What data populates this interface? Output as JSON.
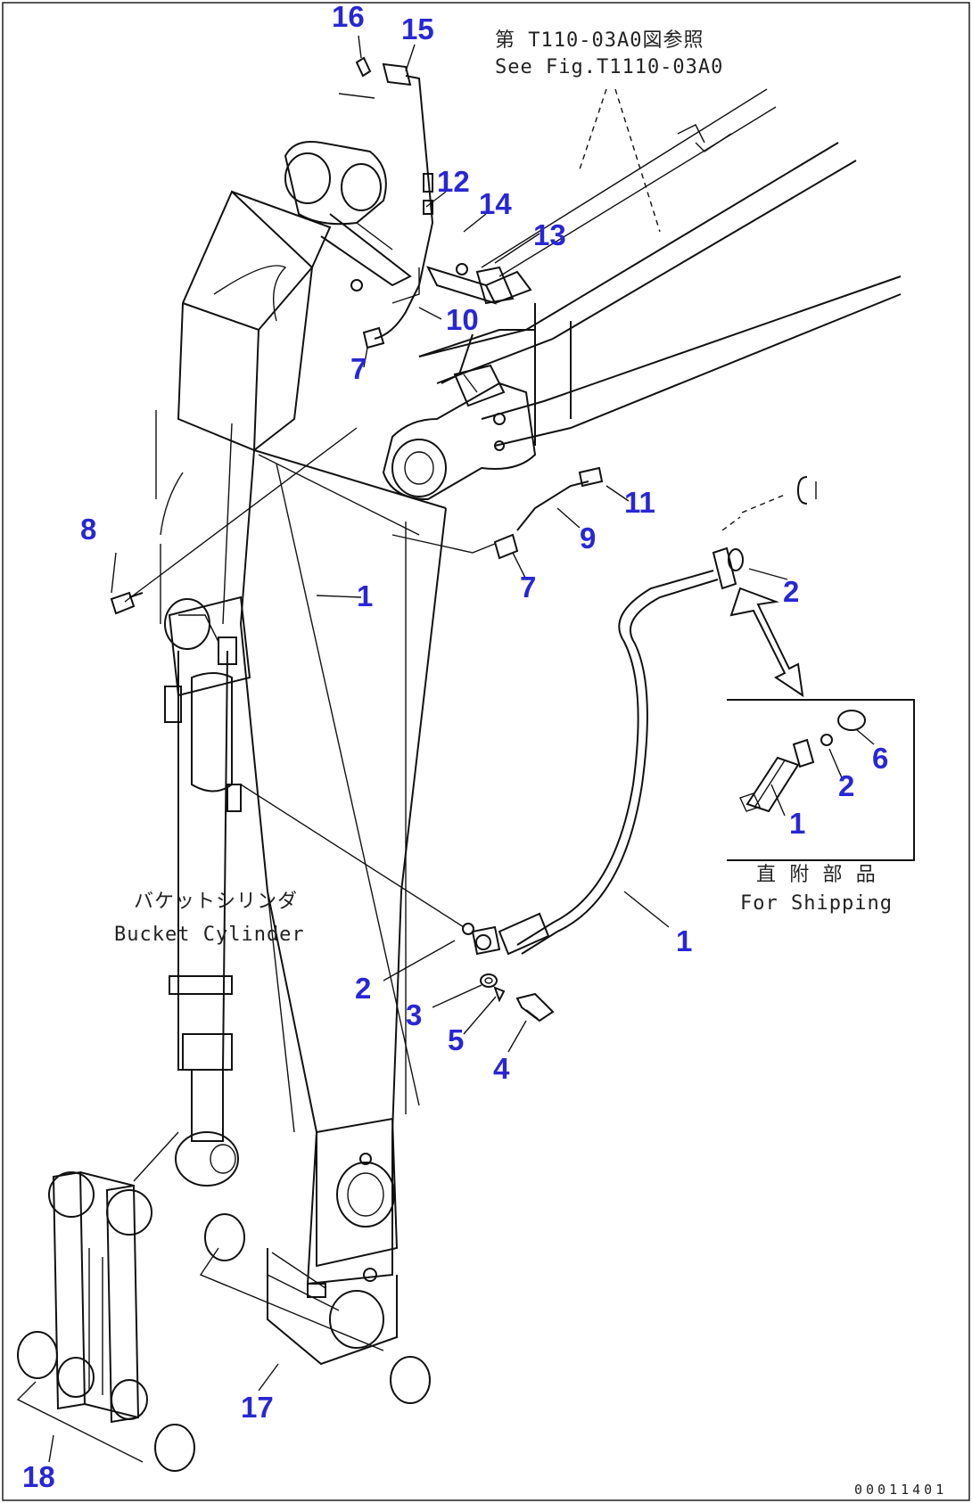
{
  "notes": {
    "see_fig_ja": "第 T110-03A0図参照",
    "see_fig_en": "See Fig.T1110-03A0",
    "bucket_cylinder_ja": "バケットシリンダ",
    "bucket_cylinder_en": "Bucket Cylinder",
    "shipping_ja": "直 附 部 品",
    "shipping_en": "For Shipping"
  },
  "callouts": {
    "c1a": "1",
    "c1b": "1",
    "c1c": "1",
    "c2a": "2",
    "c2b": "2",
    "c2c": "2",
    "c3": "3",
    "c4": "4",
    "c5": "5",
    "c6": "6",
    "c7a": "7",
    "c7b": "7",
    "c8": "8",
    "c9": "9",
    "c10": "10",
    "c11": "11",
    "c12": "12",
    "c13": "13",
    "c14": "14",
    "c15": "15",
    "c16": "16",
    "c17": "17",
    "c18": "18"
  },
  "drawing_id": "00011401",
  "colors": {
    "callout": "#2727d6",
    "line": "#111111",
    "background": "#ffffff"
  }
}
